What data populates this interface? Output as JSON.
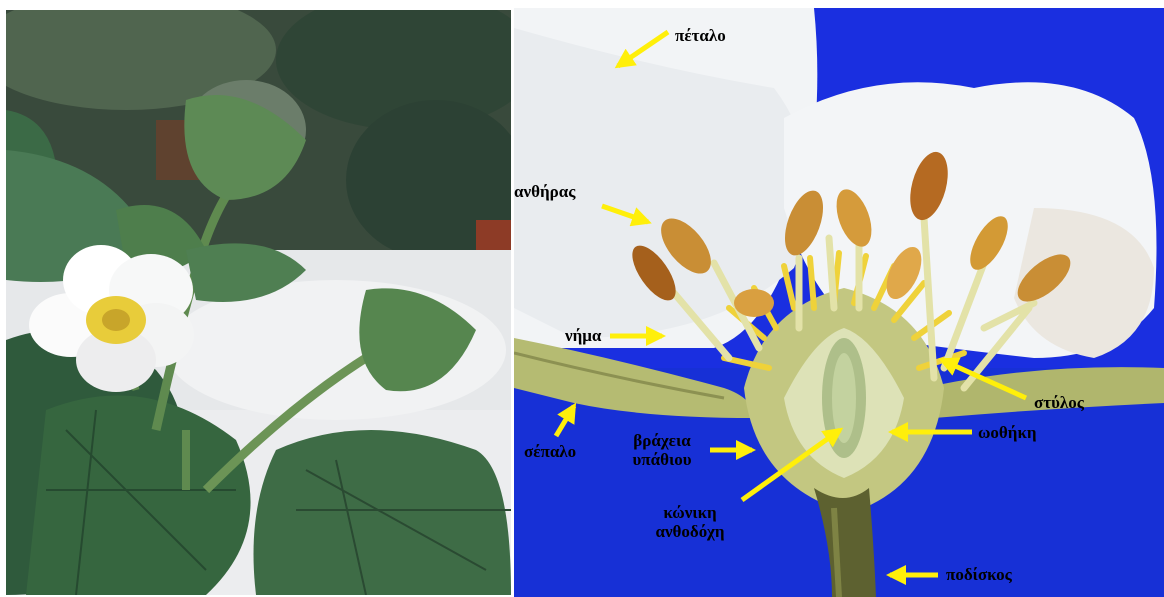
{
  "left_photo": {
    "subject": "strawberry plant with white flower",
    "colors": {
      "leaf": "#3f6a48",
      "petal": "#ffffff",
      "center": "#e8cc3a",
      "background": "#ecedef"
    }
  },
  "right_photo": {
    "subject": "longitudinal section of strawberry flower",
    "colors": {
      "background": "#1a2fe0",
      "petal": "#f2f4f6",
      "anther": "#c98e35",
      "filament": "#e3e2a8",
      "receptacle": "#cfd7a4",
      "arrow": "#ffef0a"
    }
  },
  "labels": {
    "petal": "πέταλο",
    "anther": "ανθήρας",
    "filament": "νήμα",
    "style": "στύλος",
    "sepal": "σέπαλο",
    "hypanthium_line1": "βράχεια",
    "hypanthium_line2": "υπάθιου",
    "ovary": "ωοθήκη",
    "receptacle_line1": "κώνικη",
    "receptacle_line2": "ανθοδόχη",
    "pedicel": "ποδίσκος"
  }
}
